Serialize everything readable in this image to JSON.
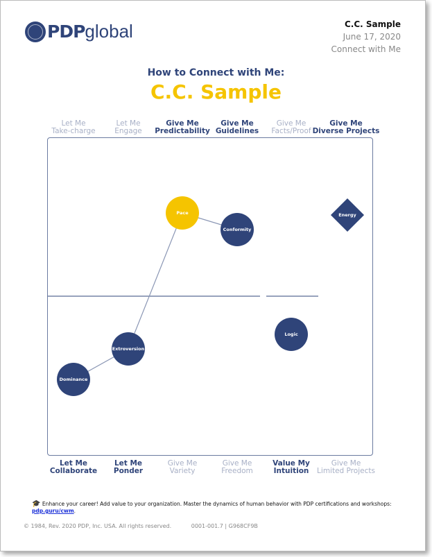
{
  "logo": {
    "bold": "PDP",
    "light": "global"
  },
  "header": {
    "name": "C.C. Sample",
    "date": "June 17, 2020",
    "report": "Connect with Me"
  },
  "title": {
    "heading": "How to Connect with Me:",
    "name": "C.C. Sample"
  },
  "top_labels": [
    {
      "l1": "Let Me",
      "l2": "Take-charge",
      "active": false
    },
    {
      "l1": "Let Me",
      "l2": "Engage",
      "active": false
    },
    {
      "l1": "Give Me",
      "l2": "Predictability",
      "active": true
    },
    {
      "l1": "Give Me",
      "l2": "Guidelines",
      "active": true
    },
    {
      "l1": "Give Me",
      "l2": "Facts/Proof",
      "active": false
    },
    {
      "l1": "Give Me",
      "l2": "Diverse Projects",
      "active": true
    }
  ],
  "bottom_labels": [
    {
      "l1": "Let Me",
      "l2": "Collaborate",
      "active": true
    },
    {
      "l1": "Let Me",
      "l2": "Ponder",
      "active": true
    },
    {
      "l1": "Give Me",
      "l2": "Variety",
      "active": false
    },
    {
      "l1": "Give Me",
      "l2": "Freedom",
      "active": false
    },
    {
      "l1": "Value My",
      "l2": "Intuition",
      "active": true
    },
    {
      "l1": "Give Me",
      "l2": "Limited Projects",
      "active": false
    }
  ],
  "traits": {
    "pace": "Pace",
    "conformity": "Conformity",
    "energy": "Energy",
    "logic": "Logic",
    "extroversion": "Extroversion",
    "dominance": "Dominance"
  },
  "colors": {
    "navy": "#2f4479",
    "yellow": "#f5c400"
  },
  "footer": {
    "promo": "Enhance your career! Add value to your organization. Master the dynamics of human behavior with PDP certifications and workshops: ",
    "link": "pdp.guru/cwm",
    "copyright": "© 1984, Rev. 2020 PDP, Inc. USA. All rights reserved.",
    "code": "0001-001.7 | G968CF9B"
  }
}
